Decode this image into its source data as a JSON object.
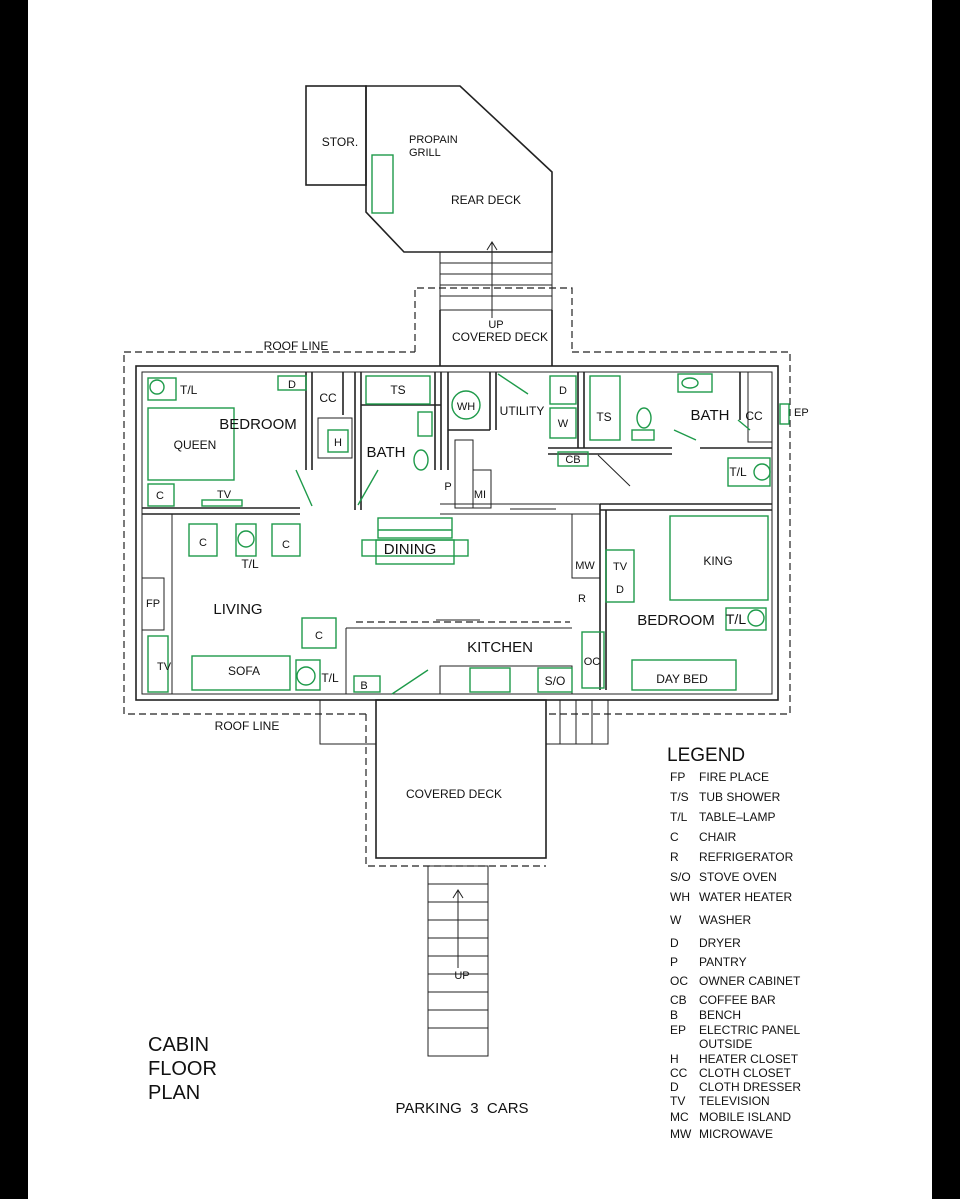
{
  "colors": {
    "walls": "#222222",
    "furniture": "#1e9a4a",
    "background": "#ffffff",
    "frame": "#000000"
  },
  "title": {
    "line1": "CABIN",
    "line2": "FLOOR",
    "line3": "PLAN"
  },
  "parking": "PARKING  3  CARS",
  "labels": {
    "stor": "STOR.",
    "propain_1": "PROPAIN",
    "propain_2": "GRILL",
    "rear_deck": "REAR  DECK",
    "up_top": "UP",
    "covered_deck_top": "COVERED  DECK",
    "roof_line_top": "ROOF  LINE",
    "roof_line_bottom": "ROOF  LINE",
    "tl_bed1": "T/L",
    "d_bed1": "D",
    "cc_bed1": "CC",
    "bedroom1": "BEDROOM",
    "queen": "QUEEN",
    "c_bed1": "C",
    "tv_bed1": "TV",
    "h": "H",
    "ts_bath1": "TS",
    "bath1": "BATH",
    "wh": "WH",
    "utility": "UTILITY",
    "d_util": "D",
    "w_util": "W",
    "cb": "CB",
    "ts_bath2": "TS",
    "bath2": "BATH",
    "cc_bath2": "CC",
    "ep": "EP",
    "tl_bed2_top": "T/L",
    "p": "P",
    "mi": "MI",
    "c_living1": "C",
    "c_living2": "C",
    "tl_living": "T/L",
    "dining": "DINING",
    "fp": "FP",
    "living": "LIVING",
    "c_living3": "C",
    "tv_living": "TV",
    "sofa": "SOFA",
    "tl_sofa": "T/L",
    "b": "B",
    "kitchen": "KITCHEN",
    "so": "S/O",
    "mw": "MW",
    "r": "R",
    "tv_bed2": "TV",
    "d_bed2": "D",
    "king": "KING",
    "bedroom2": "BEDROOM",
    "tl_bed2": "T/L",
    "oc": "OC",
    "day_bed": "DAY  BED",
    "covered_deck_bottom": "COVERED  DECK",
    "up_bottom": "UP"
  },
  "legend": {
    "title": "LEGEND",
    "items": [
      {
        "key": "FP",
        "desc": "FIRE  PLACE"
      },
      {
        "key": "T/S",
        "desc": "TUB  SHOWER"
      },
      {
        "key": "T/L",
        "desc": "TABLE–LAMP"
      },
      {
        "key": "C",
        "desc": "CHAIR"
      },
      {
        "key": "R",
        "desc": "REFRIGERATOR"
      },
      {
        "key": "S/O",
        "desc": "STOVE  OVEN"
      },
      {
        "key": "WH",
        "desc": "WATER  HEATER"
      },
      {
        "key": "W",
        "desc": "WASHER"
      },
      {
        "key": "D",
        "desc": "DRYER"
      },
      {
        "key": "P",
        "desc": "PANTRY"
      },
      {
        "key": "OC",
        "desc": "OWNER  CABINET"
      },
      {
        "key": "CB",
        "desc": "COFFEE  BAR"
      },
      {
        "key": "B",
        "desc": "BENCH"
      },
      {
        "key": "EP",
        "desc": "ELECTRIC  PANEL"
      },
      {
        "key": "",
        "desc": "OUTSIDE"
      },
      {
        "key": "H",
        "desc": "HEATER  CLOSET"
      },
      {
        "key": "CC",
        "desc": "CLOTH  CLOSET"
      },
      {
        "key": "D",
        "desc": "CLOTH  DRESSER"
      },
      {
        "key": "TV",
        "desc": "TELEVISION"
      },
      {
        "key": "MC",
        "desc": "MOBILE  ISLAND"
      },
      {
        "key": "MW",
        "desc": "MICROWAVE"
      }
    ]
  }
}
